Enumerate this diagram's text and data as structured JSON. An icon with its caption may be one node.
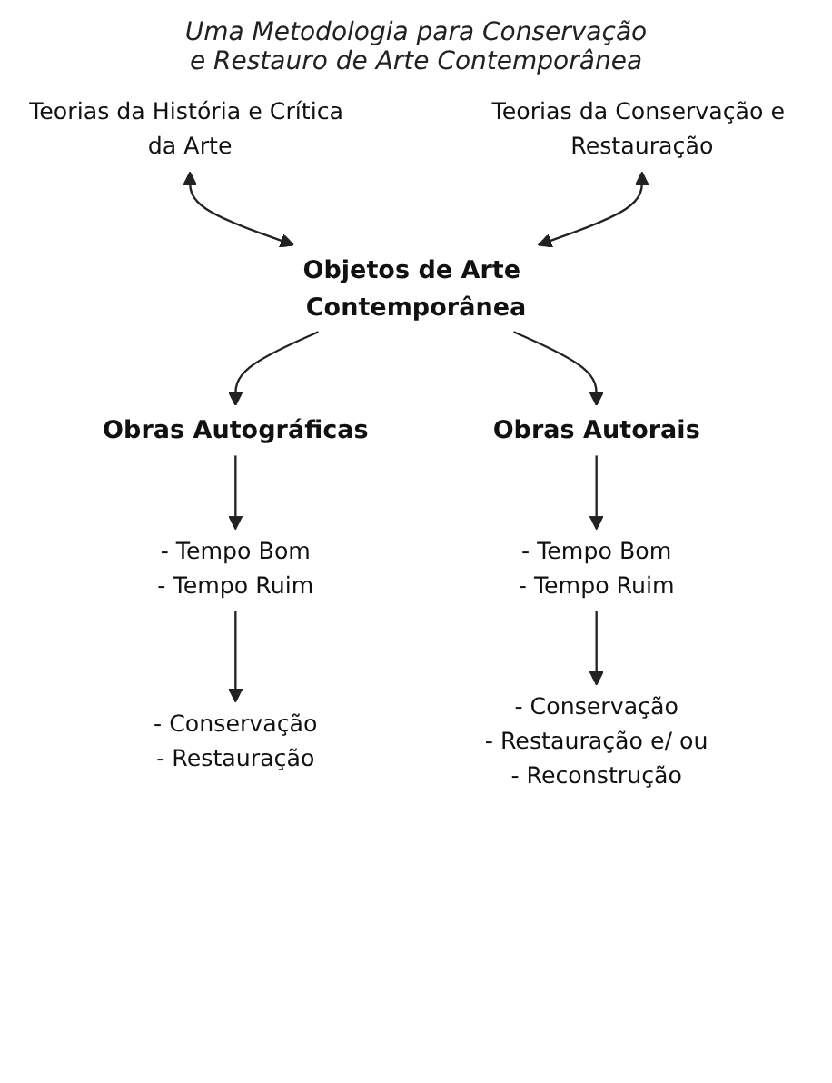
{
  "diagram": {
    "title": "Uma Metodologia para Conservação e Restauro de Arte Contemporânea",
    "nodes": [
      {
        "text": [
          "Teorias da História e Crítica da Arte"
        ]
      },
      {
        "text": [
          "Teorias da Conservação e Restauração"
        ]
      },
      {
        "text": [
          "Objetos de Arte Contemporânea"
        ]
      },
      {
        "text": [
          "Obras Autográficas"
        ]
      },
      {
        "text": [
          "Obras Autorais"
        ]
      },
      {
        "text": [
          "- Tempo Bom",
          "- Tempo Ruim"
        ]
      },
      {
        "text": [
          "- Tempo Bom",
          "- Tempo Ruim"
        ]
      },
      {
        "text": [
          "- Conservação",
          "- Restauração"
        ]
      },
      {
        "text": [
          "- Conservação",
          "- Restauração e/ ou",
          "- Reconstrução"
        ]
      }
    ],
    "edges": [
      {
        "from": 0,
        "to": 2,
        "arrow": "both"
      },
      {
        "from": 1,
        "to": 2,
        "arrow": "both"
      },
      {
        "from": 2,
        "to": 3,
        "arrow": "to"
      },
      {
        "from": 2,
        "to": 4,
        "arrow": "to"
      },
      {
        "from": 3,
        "to": 5,
        "arrow": "to"
      },
      {
        "from": 4,
        "to": 6,
        "arrow": "to"
      },
      {
        "from": 5,
        "to": 7,
        "arrow": "to"
      },
      {
        "from": 6,
        "to": 8,
        "arrow": "to"
      }
    ]
  }
}
